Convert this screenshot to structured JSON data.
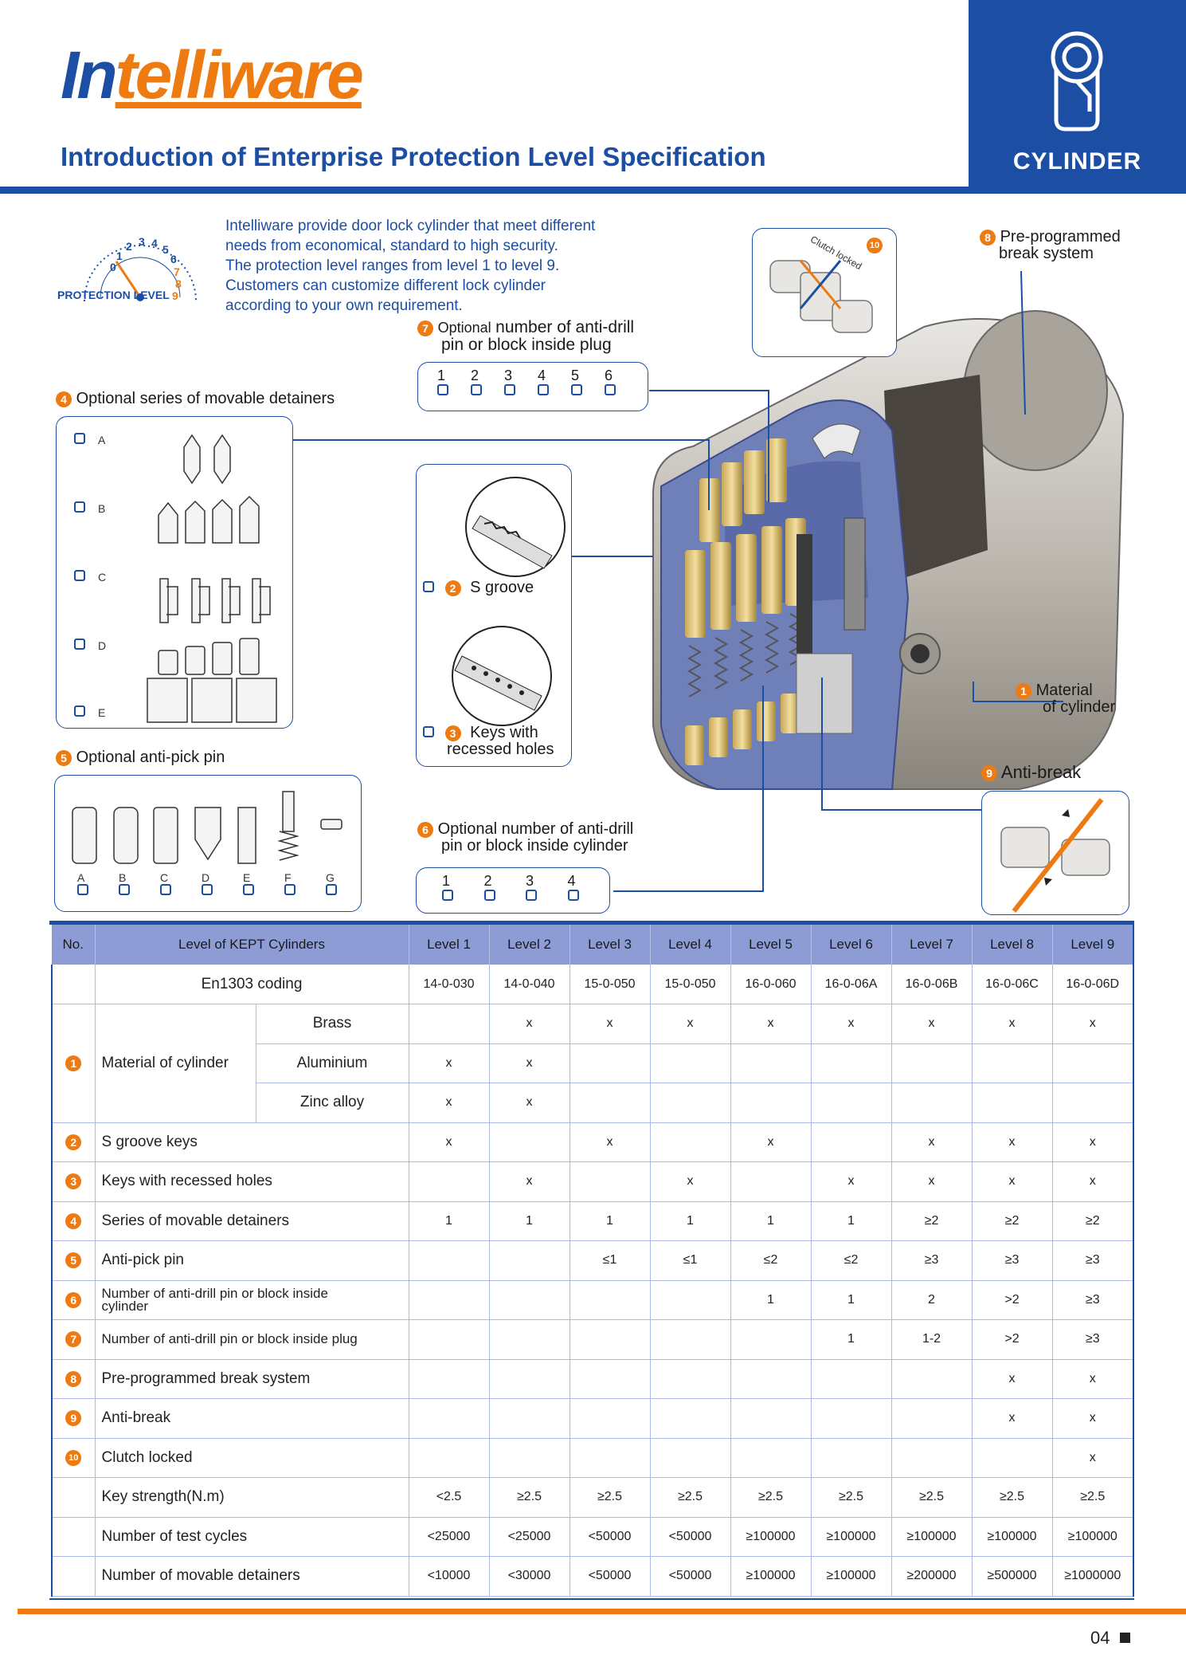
{
  "header": {
    "logo": "Intelliware",
    "logo_first": "In",
    "logo_rest": "telliware",
    "title": "Introduction of Enterprise Protection Level Specification",
    "category": "CYLINDER"
  },
  "intro": {
    "text_lines": [
      "Intelliware provide door lock cylinder that meet different",
      "needs from economical, standard to high security.",
      "The protection level ranges from level 1 to level 9.",
      "Customers can customize different lock cylinder",
      "according to your own requirement."
    ],
    "gauge_label": "PROTECTION LEVEL",
    "gauge_numbers": [
      "0",
      "1",
      "2",
      "3",
      "4",
      "5",
      "6",
      "7",
      "8",
      "9"
    ]
  },
  "callouts": {
    "c1": {
      "num": "1",
      "line1": "Material",
      "line2": "of cylinder"
    },
    "c2": {
      "num": "2",
      "text": "S groove"
    },
    "c3": {
      "num": "3",
      "line1": "Keys with",
      "line2": "recessed holes"
    },
    "c4": {
      "num": "4",
      "text": "Optional series of movable detainers"
    },
    "c5": {
      "num": "5",
      "text": "Optional anti-pick pin"
    },
    "c6": {
      "num": "6",
      "line1": "Optional number of anti-drill",
      "line2": "pin or block inside cylinder"
    },
    "c7": {
      "num": "7",
      "line1a": "Optional",
      "line1b": "number of anti-drill",
      "line2": "pin or block inside plug"
    },
    "c8": {
      "num": "8",
      "line1": "Pre-programmed",
      "line2": "break system"
    },
    "c9": {
      "num": "9",
      "text": "Anti-break"
    },
    "c10": {
      "num": "10",
      "text": "Clutch locked"
    }
  },
  "detainer_rows": [
    "A",
    "B",
    "C",
    "D",
    "E"
  ],
  "antipick_cols": [
    "A",
    "B",
    "C",
    "D",
    "E",
    "F",
    "G"
  ],
  "plug_options": [
    "1",
    "2",
    "3",
    "4",
    "5",
    "6"
  ],
  "cyl_options": [
    "1",
    "2",
    "3",
    "4"
  ],
  "table": {
    "head_no": "No.",
    "head_label": "Level of KEPT Cylinders",
    "levels": [
      "Level 1",
      "Level 2",
      "Level 3",
      "Level 4",
      "Level 5",
      "Level 6",
      "Level 7",
      "Level 8",
      "Level 9"
    ],
    "en1303_label": "En1303 coding",
    "en1303": [
      "14-0-030",
      "14-0-040",
      "15-0-050",
      "15-0-050",
      "16-0-060",
      "16-0-06A",
      "16-0-06B",
      "16-0-06C",
      "16-0-06D"
    ],
    "material": {
      "num": "1",
      "label": "Material of cylinder",
      "rows": [
        {
          "name": "Brass",
          "values": [
            "",
            "x",
            "x",
            "x",
            "x",
            "x",
            "x",
            "x",
            "x"
          ]
        },
        {
          "name": "Aluminium",
          "values": [
            "x",
            "x",
            "",
            "",
            "",
            "",
            "",
            "",
            ""
          ]
        },
        {
          "name": "Zinc alloy",
          "values": [
            "x",
            "x",
            "",
            "",
            "",
            "",
            "",
            "",
            ""
          ]
        }
      ]
    },
    "rows": [
      {
        "num": "2",
        "label": "S groove keys",
        "values": [
          "x",
          "",
          "x",
          "",
          "x",
          "",
          "x",
          "x",
          "x"
        ]
      },
      {
        "num": "3",
        "label": "Keys with recessed holes",
        "values": [
          "",
          "x",
          "",
          "x",
          "",
          "x",
          "x",
          "x",
          "x"
        ]
      },
      {
        "num": "4",
        "label": "Series of movable detainers",
        "values": [
          "1",
          "1",
          "1",
          "1",
          "1",
          "1",
          "≥2",
          "≥2",
          "≥2"
        ]
      },
      {
        "num": "5",
        "label": "Anti-pick pin",
        "values": [
          "",
          "",
          "≤1",
          "≤1",
          "≤2",
          "≤2",
          "≥3",
          "≥3",
          "≥3"
        ]
      },
      {
        "num": "6",
        "label": "Number of anti-drill pin or block inside cylinder",
        "values": [
          "",
          "",
          "",
          "",
          "1",
          "1",
          "2",
          ">2",
          "≥3"
        ]
      },
      {
        "num": "7",
        "label": "Number of anti-drill pin or block inside plug",
        "values": [
          "",
          "",
          "",
          "",
          "",
          "1",
          "1-2",
          ">2",
          "≥3"
        ]
      },
      {
        "num": "8",
        "label": "Pre-programmed break system",
        "values": [
          "",
          "",
          "",
          "",
          "",
          "",
          "",
          "x",
          "x"
        ]
      },
      {
        "num": "9",
        "label": "Anti-break",
        "values": [
          "",
          "",
          "",
          "",
          "",
          "",
          "",
          "x",
          "x"
        ]
      },
      {
        "num": "10",
        "label": "Clutch locked",
        "values": [
          "",
          "",
          "",
          "",
          "",
          "",
          "",
          "",
          "x"
        ]
      },
      {
        "num": "",
        "label": "Key strength(N.m)",
        "values": [
          "<2.5",
          "≥2.5",
          "≥2.5",
          "≥2.5",
          "≥2.5",
          "≥2.5",
          "≥2.5",
          "≥2.5",
          "≥2.5"
        ]
      },
      {
        "num": "",
        "label": "Number of test cycles",
        "values": [
          "<25000",
          "<25000",
          "<50000",
          "<50000",
          "≥100000",
          "≥100000",
          "≥100000",
          "≥100000",
          "≥100000"
        ]
      },
      {
        "num": "",
        "label": "Number of movable detainers",
        "values": [
          "<10000",
          "<30000",
          "<50000",
          "<50000",
          "≥100000",
          "≥100000",
          "≥200000",
          "≥500000",
          "≥1000000"
        ]
      }
    ]
  },
  "page_number": "04",
  "colors": {
    "brand_blue": "#1c4ea3",
    "accent_orange": "#ee7a12",
    "table_head": "#8e9cd6"
  }
}
